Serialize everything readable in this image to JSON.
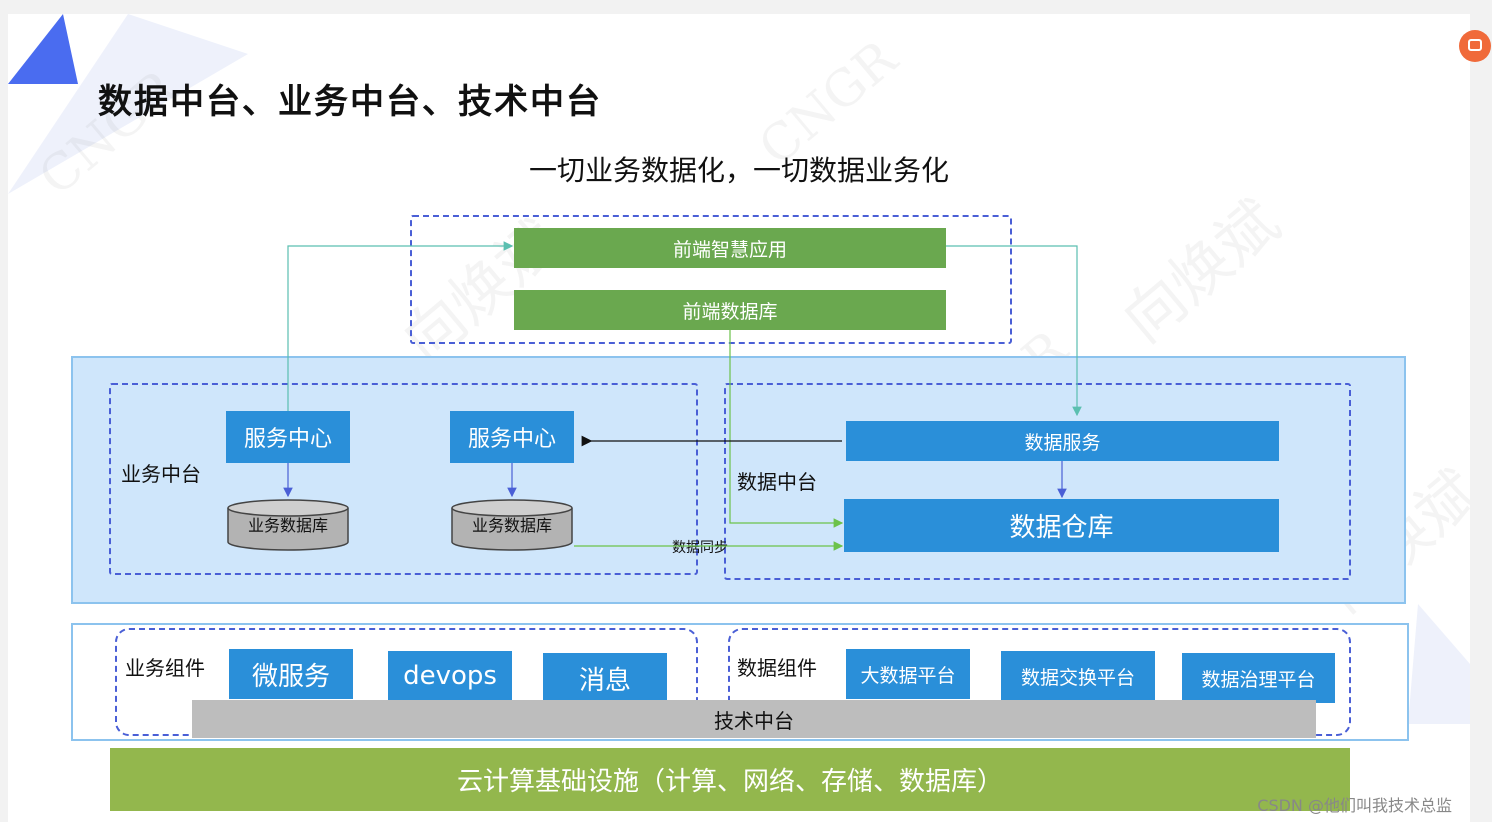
{
  "title": "数据中台、业务中台、技术中台",
  "subtitle": "一切业务数据化，一切数据业务化",
  "front": {
    "app": "前端智慧应用",
    "db": "前端数据库"
  },
  "business_platform": {
    "label": "业务中台",
    "services": [
      "服务中心",
      "服务中心"
    ],
    "databases": [
      "业务数据库",
      "业务数据库"
    ]
  },
  "sync_label": "数据同步",
  "data_platform": {
    "label": "数据中台",
    "service": "数据服务",
    "warehouse": "数据仓库"
  },
  "business_components": {
    "label": "业务组件",
    "items": [
      "微服务",
      "devops",
      "消息"
    ]
  },
  "data_components": {
    "label": "数据组件",
    "items": [
      "大数据平台",
      "数据交换平台",
      "数据治理平台"
    ]
  },
  "tech_platform": "技术中台",
  "cloud": "云计算基础设施（计算、网络、存储、数据库）",
  "watermarks": [
    "向焕斌",
    "CNGR"
  ],
  "footer": "CSDN @他们叫我技术总监",
  "colors": {
    "green": "#6aa84f",
    "blue": "#2a8fd9",
    "light_blue": "#cfe6fb",
    "grey": "#bdbdbd",
    "cloud": "#93b74d",
    "dash": "#4a5fd6",
    "line_teal": "#5bbfb0",
    "line_green": "#6cc24a"
  }
}
